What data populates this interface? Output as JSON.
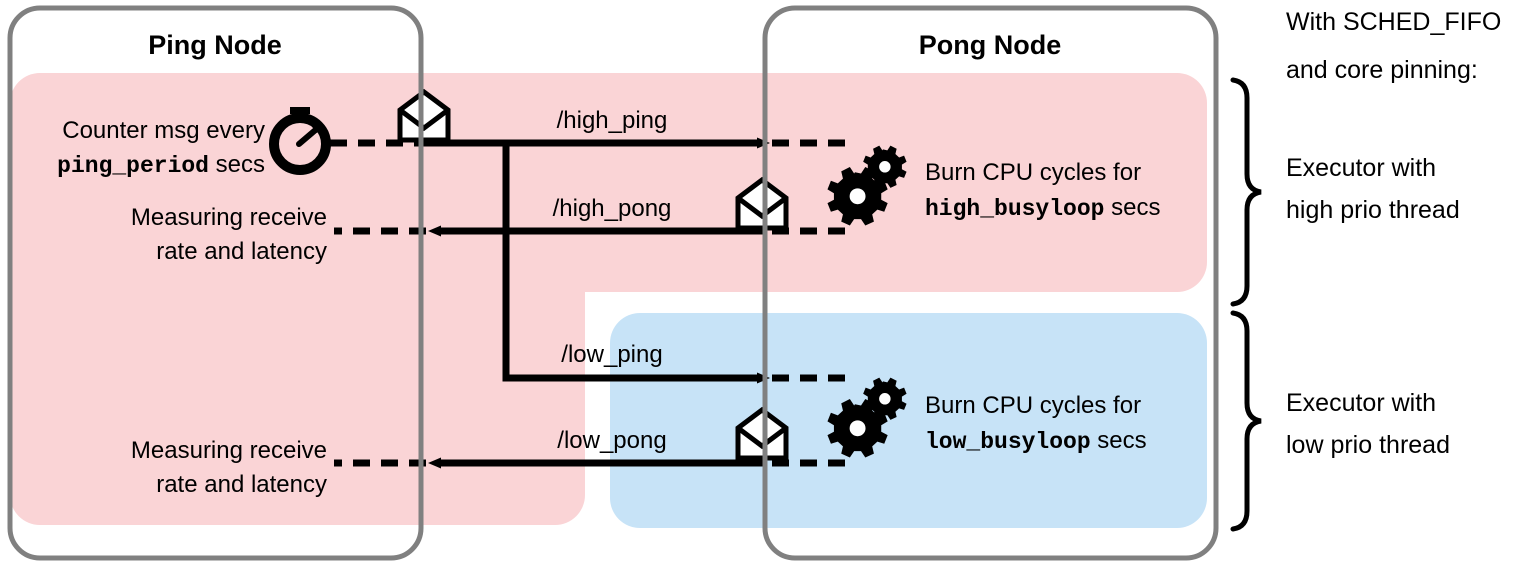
{
  "nodes": {
    "ping": {
      "title": "Ping Node"
    },
    "pong": {
      "title": "Pong Node"
    }
  },
  "colors": {
    "high_band": "#fad4d6",
    "low_band": "#c7e3f7",
    "node_border": "#808080",
    "stroke": "#000000",
    "background": "#ffffff"
  },
  "ping_side": {
    "timer_line1": "Counter msg every",
    "timer_param": "ping_period",
    "timer_line2_suffix": " secs",
    "measure_high_line1": "Measuring receive",
    "measure_high_line2": "rate and latency",
    "measure_low_line1": "Measuring receive",
    "measure_low_line2": "rate and latency"
  },
  "pong_side": {
    "high_line1": "Burn CPU cycles for",
    "high_param": "high_busyloop",
    "high_suffix": " secs",
    "low_line1": "Burn CPU cycles for",
    "low_param": "low_busyloop",
    "low_suffix": " secs"
  },
  "topics": {
    "high_ping": "/high_ping",
    "high_pong": "/high_pong",
    "low_ping": "/low_ping",
    "low_pong": "/low_pong"
  },
  "annotations": {
    "heading_line1": "With SCHED_FIFO",
    "heading_line2": "and core pinning:",
    "high_exec_line1": "Executor with",
    "high_exec_line2": "high prio thread",
    "low_exec_line1": "Executor with",
    "low_exec_line2": "low prio thread"
  },
  "icons": {
    "stopwatch": "stopwatch-icon",
    "envelope": "envelope-icon",
    "gears": "gears-icon"
  }
}
